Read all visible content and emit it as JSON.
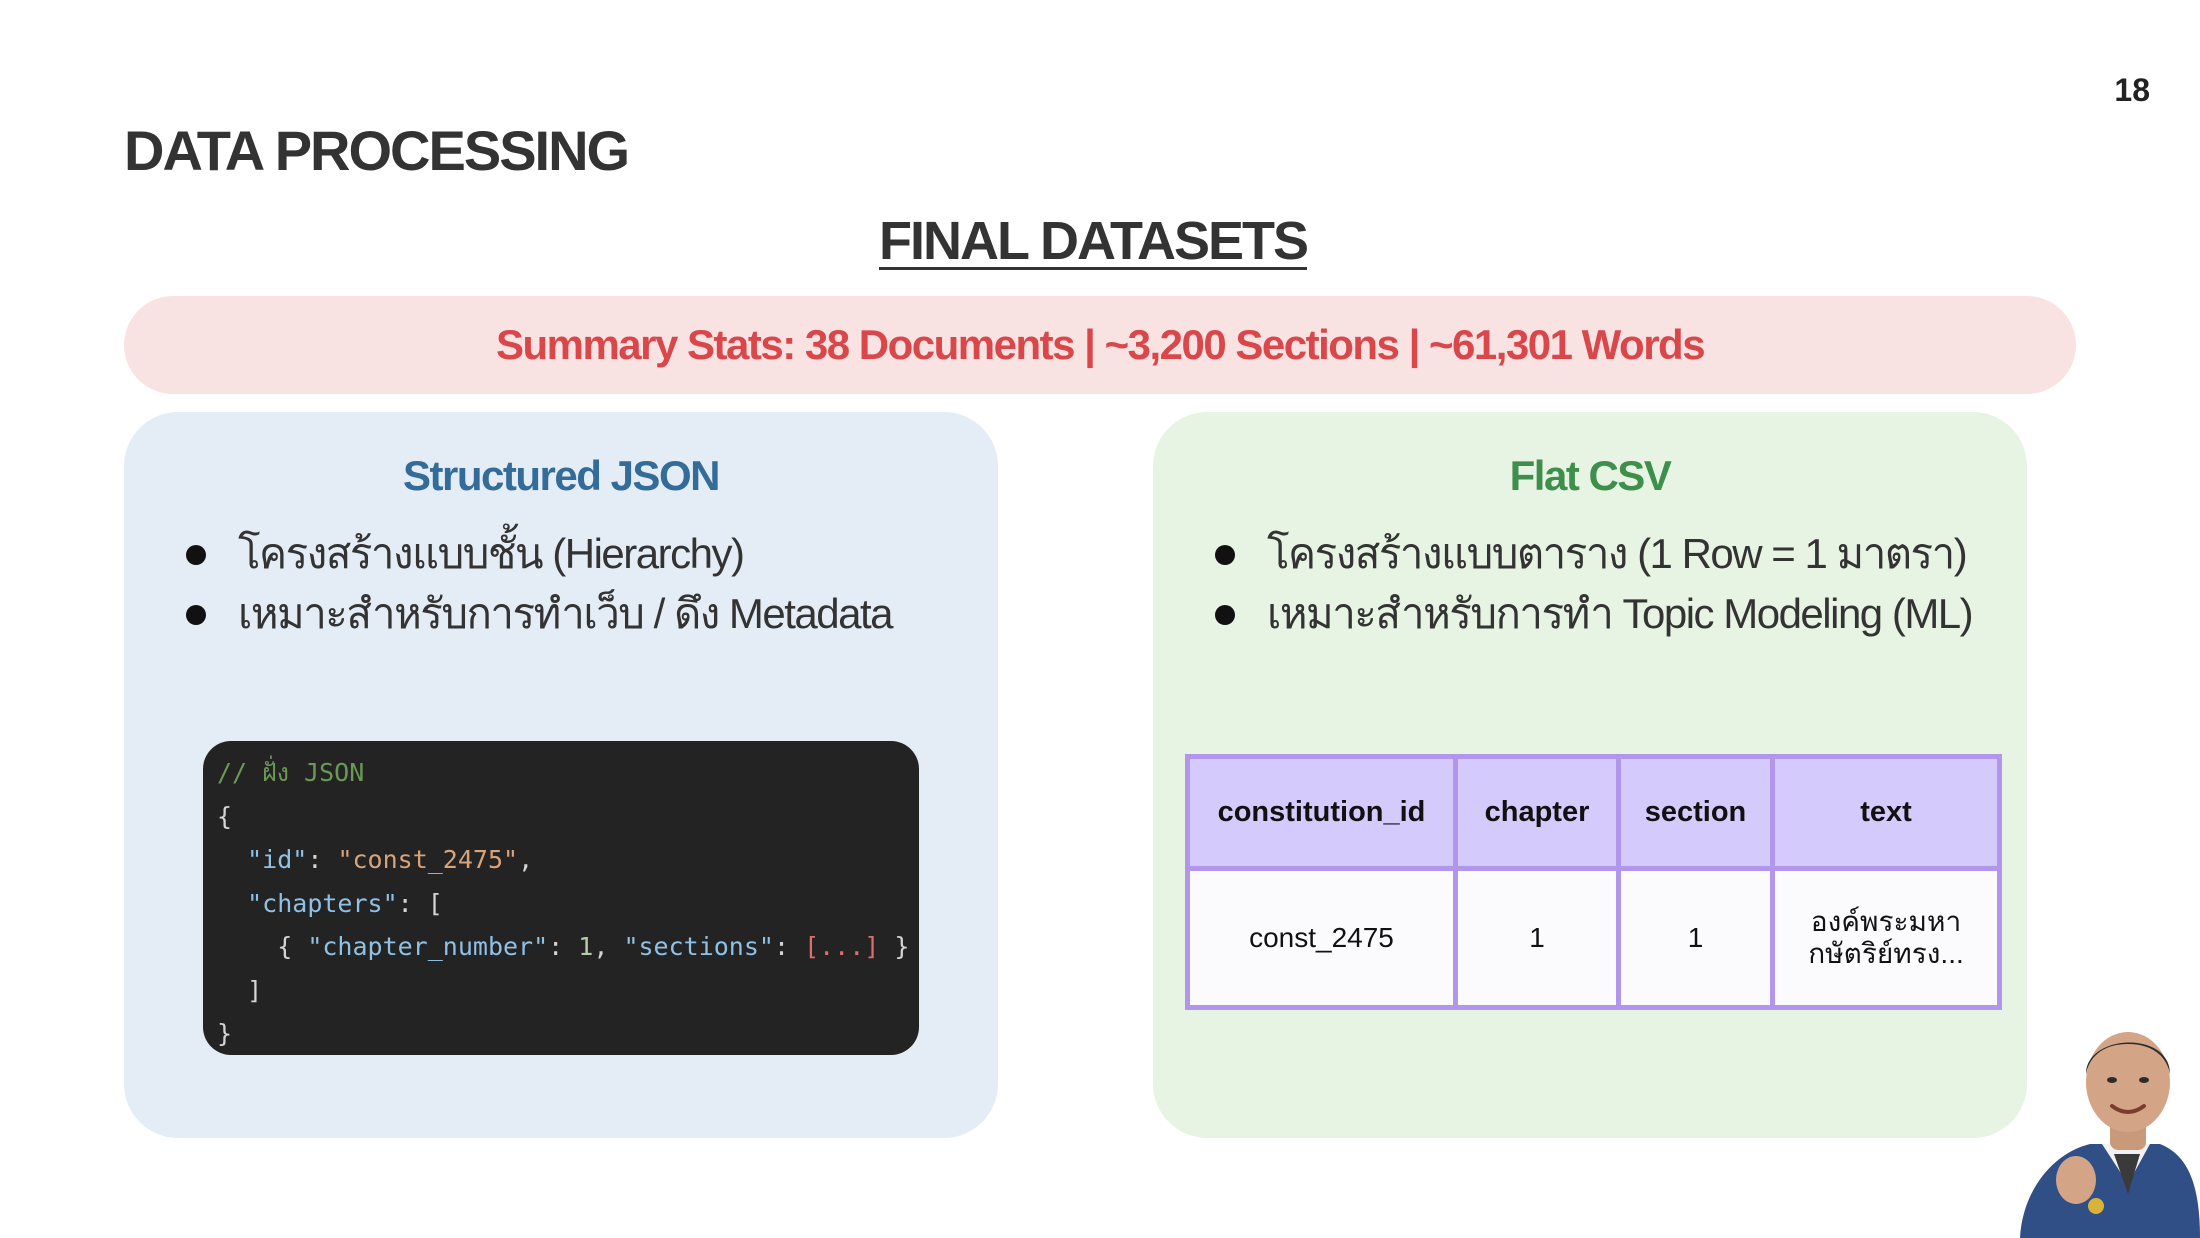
{
  "slide": {
    "number": "18",
    "title": "DATA PROCESSING",
    "heading": "FINAL DATASETS"
  },
  "summary": {
    "text": "Summary Stats: 38 Documents | ~3,200 Sections | ~61,301 Words",
    "color": "#d9474b"
  },
  "json_card": {
    "title": "Structured JSON",
    "bullets": [
      "โครงสร้างแบบชั้น (Hierarchy)",
      "เหมาะสำหรับการทำเว็บ / ดึง Metadata"
    ],
    "code": {
      "comment": "// ฝั่ง JSON",
      "open_brace": "{",
      "id_key": "\"id\"",
      "id_value": "\"const_2475\"",
      "chapters_key": "\"chapters\"",
      "chapter_number_key": "\"chapter_number\"",
      "chapter_number_value": "1",
      "sections_key": "\"sections\"",
      "sections_value": "[...]",
      "close_bracket": "]",
      "close_brace": "}"
    }
  },
  "csv_card": {
    "title": "Flat CSV",
    "bullets": [
      "โครงสร้างแบบตาราง (1 Row = 1 มาตรา)",
      "เหมาะสำหรับการทำ Topic Modeling (ML)"
    ],
    "table": {
      "headers": [
        "constitution_id",
        "chapter",
        "section",
        "text"
      ],
      "rows": [
        [
          "const_2475",
          "1",
          "1",
          "องค์พระมหากษัตริย์ทรง..."
        ]
      ]
    }
  },
  "colors": {
    "json_accent": "#336b99",
    "csv_accent": "#3e8f4c",
    "table_header": "#d4cafb",
    "table_border": "#b296ee"
  },
  "icons": {
    "presenter": "presenter-avatar-icon"
  }
}
